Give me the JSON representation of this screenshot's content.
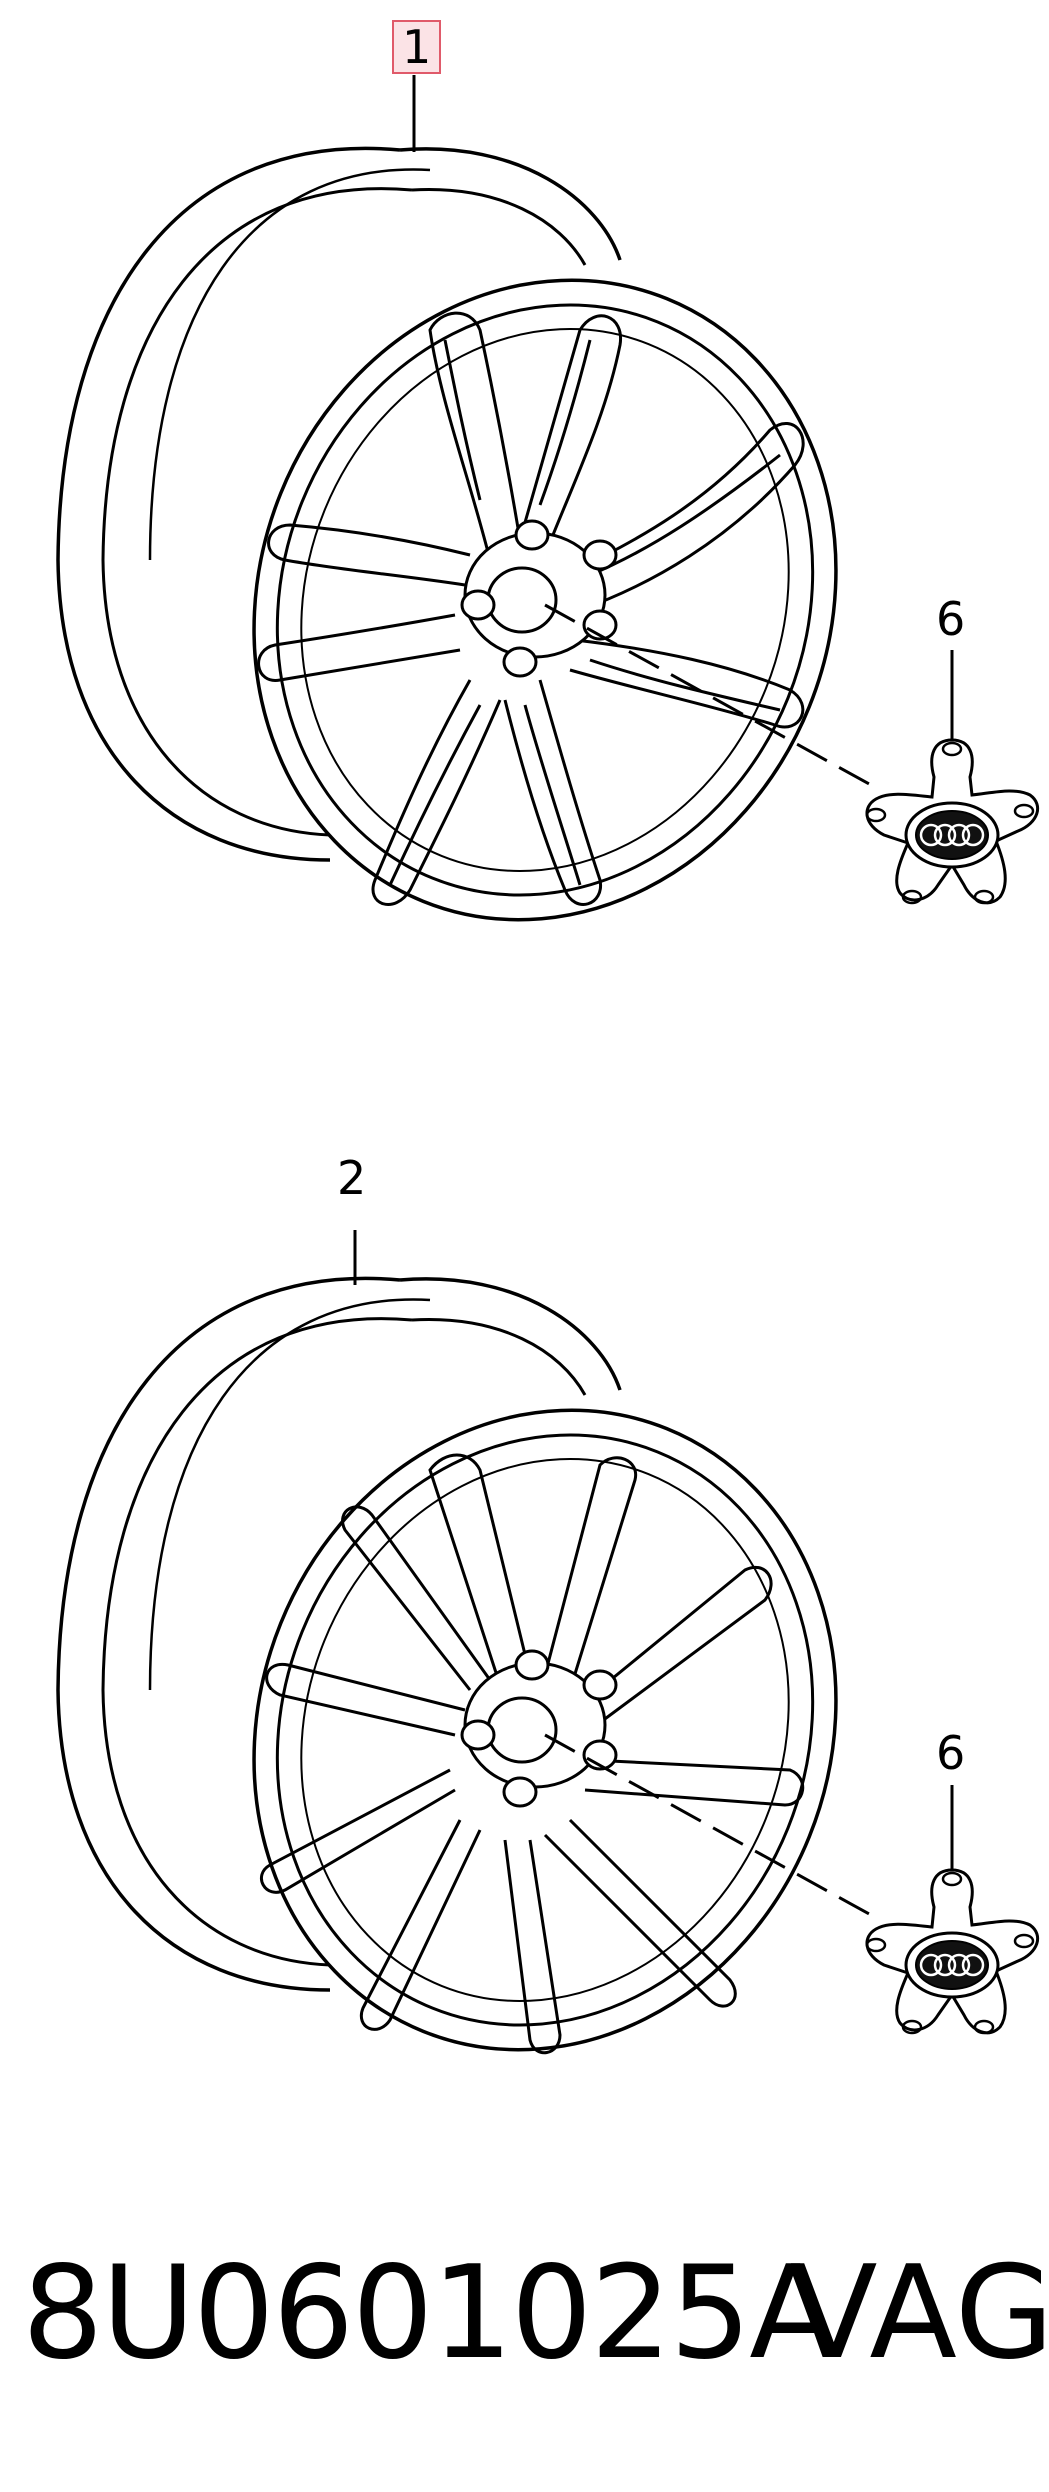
{
  "labels": {
    "wheel_top": "1",
    "cap_top": "6",
    "wheel_bottom": "2",
    "cap_bottom": "6"
  },
  "footer": {
    "part_number": "8U0601025A",
    "brand": "VAG"
  },
  "colors": {
    "line": "#000000",
    "highlight_border": "#e05a6a",
    "highlight_fill": "#fbe3e6"
  }
}
